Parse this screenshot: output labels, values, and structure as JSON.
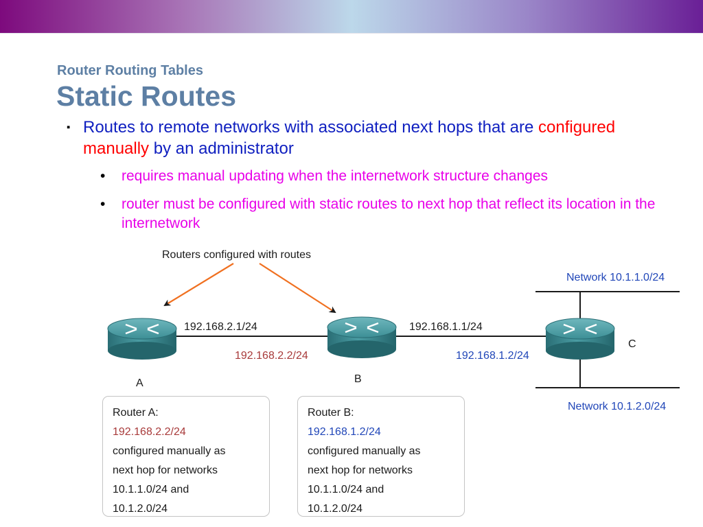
{
  "slide": {
    "subtitle": "Router Routing Tables",
    "title": "Static Routes",
    "bullet": {
      "marker": "▪",
      "part1": "Routes to remote networks with associated next hops that are ",
      "highlight": "configured manually",
      "part2": " by an administrator"
    },
    "sub_bullets": [
      "requires manual updating when the internetwork structure changes",
      "router must be configured with static routes to next hop that reflect its location in the internetwork"
    ],
    "sub_bullet_marker": "•"
  },
  "diagram": {
    "callout": "Routers configured with routes",
    "routers": [
      {
        "id": "A",
        "label": "A"
      },
      {
        "id": "B",
        "label": "B"
      },
      {
        "id": "C",
        "label": "C"
      }
    ],
    "links": {
      "a_b_upper": "192.168.2.1/24",
      "a_b_lower": "192.168.2.2/24",
      "b_c_upper": "192.168.1.1/24",
      "b_c_lower": "192.168.1.2/24"
    },
    "networks": {
      "top": "Network 10.1.1.0/24",
      "bottom": "Network 10.1.2.0/24"
    },
    "colors": {
      "arrow": "#f07020",
      "router_body": "#2f7d84",
      "red_label": "#a83a3a",
      "blue_label": "#2046b8"
    }
  },
  "notes": {
    "router_a": {
      "title": "Router A:",
      "ip": "192.168.2.2/24",
      "lines": [
        "configured manually as",
        "next hop for networks",
        "10.1.1.0/24 and",
        "10.1.2.0/24"
      ]
    },
    "router_b": {
      "title": "Router B:",
      "ip": "192.168.1.2/24",
      "lines": [
        "configured manually as",
        "next hop for networks",
        "10.1.1.0/24 and",
        "10.1.2.0/24"
      ]
    }
  }
}
